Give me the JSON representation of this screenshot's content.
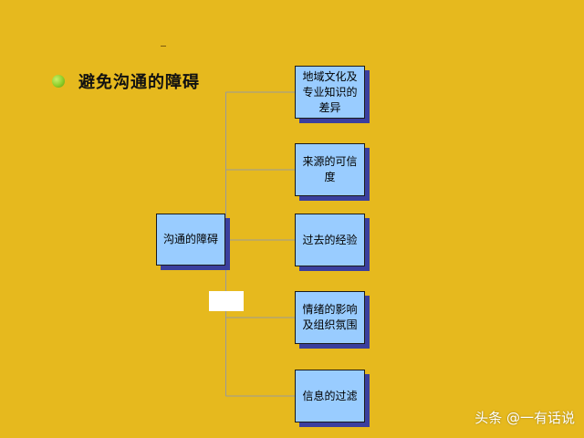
{
  "slide": {
    "title": "避免沟通的障碍",
    "bullet_color": "#8fce2a",
    "background_color": "#E6B91E"
  },
  "diagram": {
    "root": "沟通的障碍",
    "branches": [
      "地域文化及专业知识的差异",
      "来源的可信度",
      "过去的经验",
      "情绪的影响及组织氛围",
      "信息的过滤"
    ],
    "box_fill_color": "#99CCFF",
    "box_shadow_color": "#3b3f9e"
  },
  "watermark": {
    "text": "头条 @一有话说"
  }
}
